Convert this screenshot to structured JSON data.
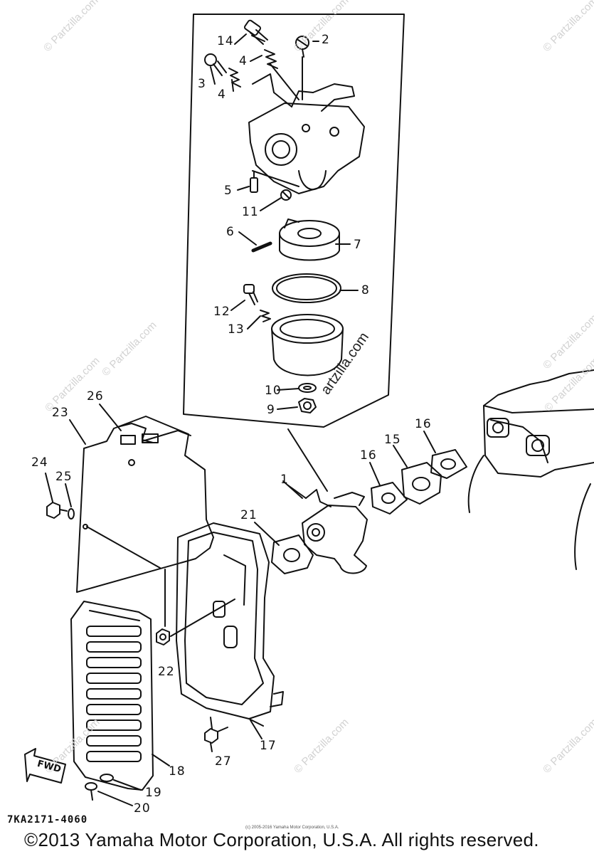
{
  "watermarks": {
    "brand": "© Partzilla.com",
    "middle": "artzilla.com"
  },
  "callouts": {
    "c1": "1",
    "c2": "2",
    "c3": "3",
    "c4a": "4",
    "c4b": "4",
    "c5": "5",
    "c6": "6",
    "c7": "7",
    "c8": "8",
    "c9": "9",
    "c10": "10",
    "c11": "11",
    "c12": "12",
    "c13": "13",
    "c14": "14",
    "c15": "15",
    "c16a": "16",
    "c16b": "16",
    "c17": "17",
    "c18": "18",
    "c19": "19",
    "c20": "20",
    "c21": "21",
    "c22": "22",
    "c23": "23",
    "c24": "24",
    "c25": "25",
    "c26": "26",
    "c27": "27"
  },
  "direction_marker": "FWD",
  "diagram_code": "7KA2171-4060",
  "fine_print": "(c) 2005-2016 Yamaha Motor Corporation, U.S.A.",
  "copyright": "©2013 Yamaha Motor Corporation, U.S.A. All rights reserved."
}
